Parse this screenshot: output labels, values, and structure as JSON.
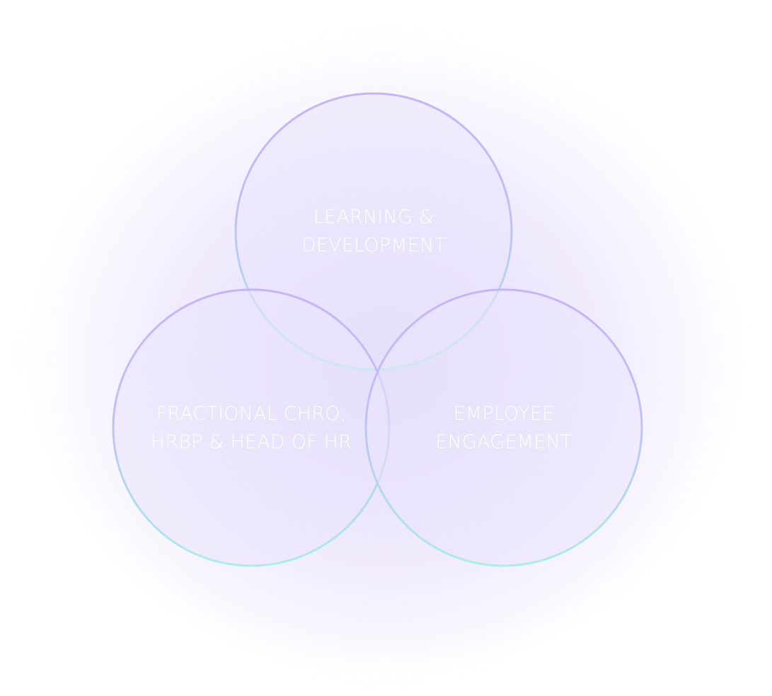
{
  "diagram": {
    "type": "venn",
    "sets": [
      {
        "id": "top",
        "label_lines": [
          "LEARNING &",
          "DEVELOPMENT"
        ]
      },
      {
        "id": "left",
        "label_lines": [
          "FRACTIONAL CHRO,",
          "HRBP & HEAD OF HR"
        ]
      },
      {
        "id": "right",
        "label_lines": [
          "EMPLOYEE",
          "ENGAGEMENT"
        ]
      }
    ],
    "colors": {
      "stroke_top": "#c6b4fb",
      "stroke_bottom": "#a8efe9",
      "fill": "#eee8fc",
      "label": "#ffffff",
      "glow": "#d9cdf8"
    }
  }
}
